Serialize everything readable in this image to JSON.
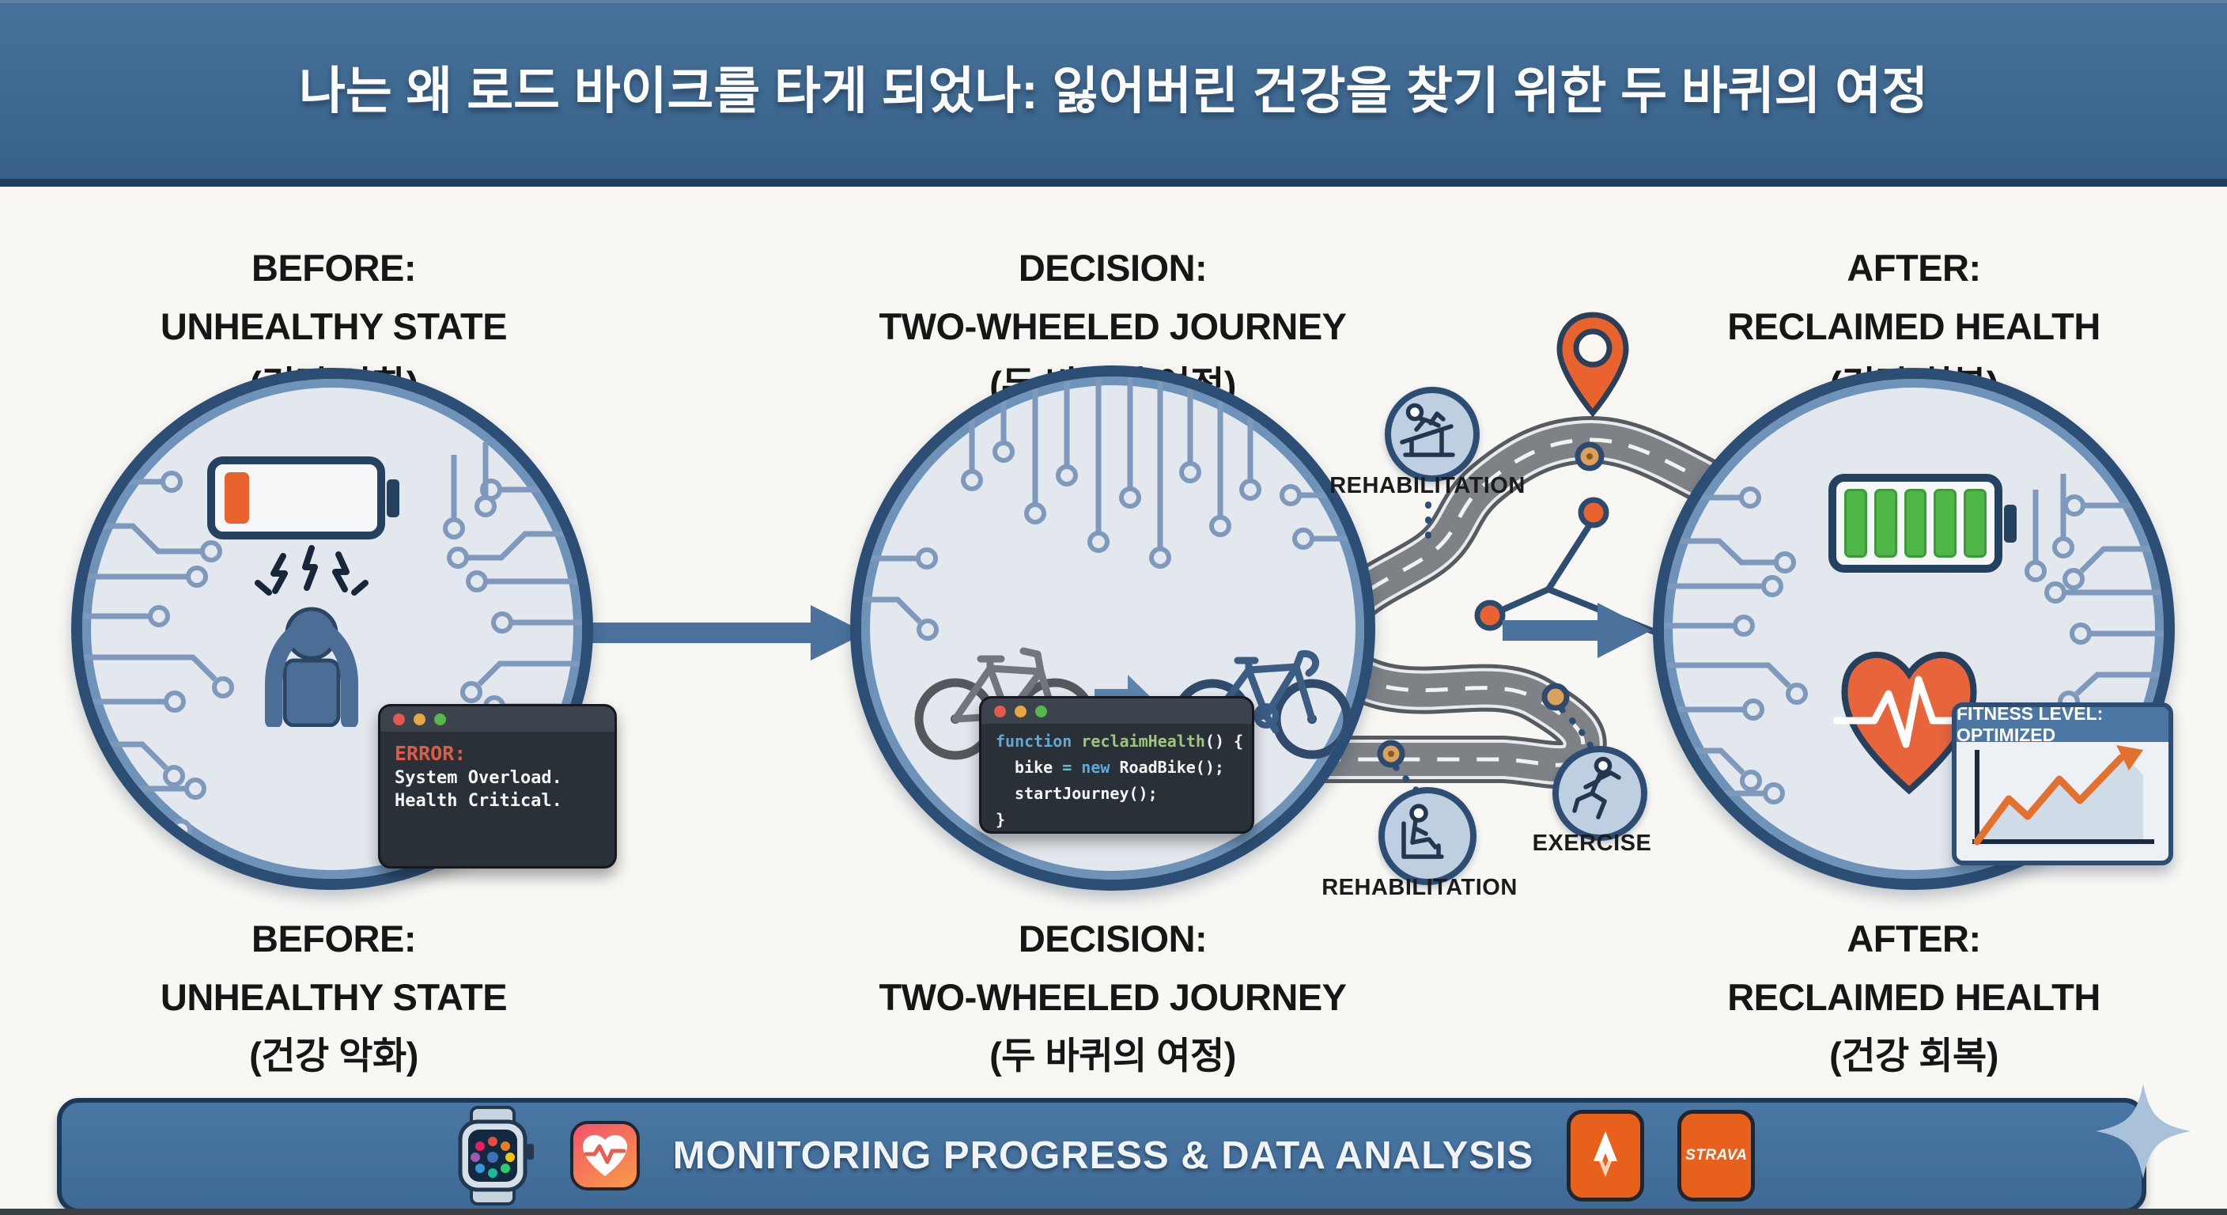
{
  "title": "나는 왜 로드 바이크를 타게 되었나: 잃어버린 건강을 찾기 위한 두 바퀴의 여정",
  "stages": {
    "before": {
      "heading": "BEFORE:",
      "subheading": "UNHEALTHY STATE",
      "korean": "(건강 악화)"
    },
    "decision": {
      "heading": "DECISION:",
      "subheading": "TWO-WHEELED JOURNEY",
      "korean": "(두 바퀴의 여정)"
    },
    "after": {
      "heading": "AFTER:",
      "subheading": "RECLAIMED HEALTH",
      "korean": "(건강 회복)"
    }
  },
  "error_window": {
    "error_label": "ERROR:",
    "message_line1": "System Overload.",
    "message_line2": "Health Critical."
  },
  "code_window": {
    "keyword_function": "function",
    "function_name": " reclaimHealth",
    "line1_tail": "() {",
    "var_name": "bike",
    "operator": " = ",
    "keyword_new": "new",
    "class_call": " RoadBike();",
    "line3": "startJourney();",
    "line4": "}"
  },
  "journey": {
    "rehabilitation_label_top": "REHABILITATION",
    "rehabilitation_label_bottom": "REHABILITATION",
    "exercise_label": "EXERCISE"
  },
  "fitness_card": {
    "header": "FITNESS LEVEL: OPTIMIZED"
  },
  "footer": {
    "title": "MONITORING PROGRESS & DATA ANALYSIS",
    "strava_wordmark": "STRAVA"
  },
  "colors": {
    "header_blue": "#3E6890",
    "deep_navy": "#2E4D72",
    "steel_blue": "#44709C",
    "accent_orange": "#E8632E",
    "strava_orange": "#E8611C",
    "battery_green": "#4FB648",
    "road_gray": "#7E8287",
    "error_red": "#E05B45",
    "code_keyword_blue": "#5FA8D8",
    "code_function_green": "#9CC878",
    "panel_light": "#E3E8EE"
  }
}
